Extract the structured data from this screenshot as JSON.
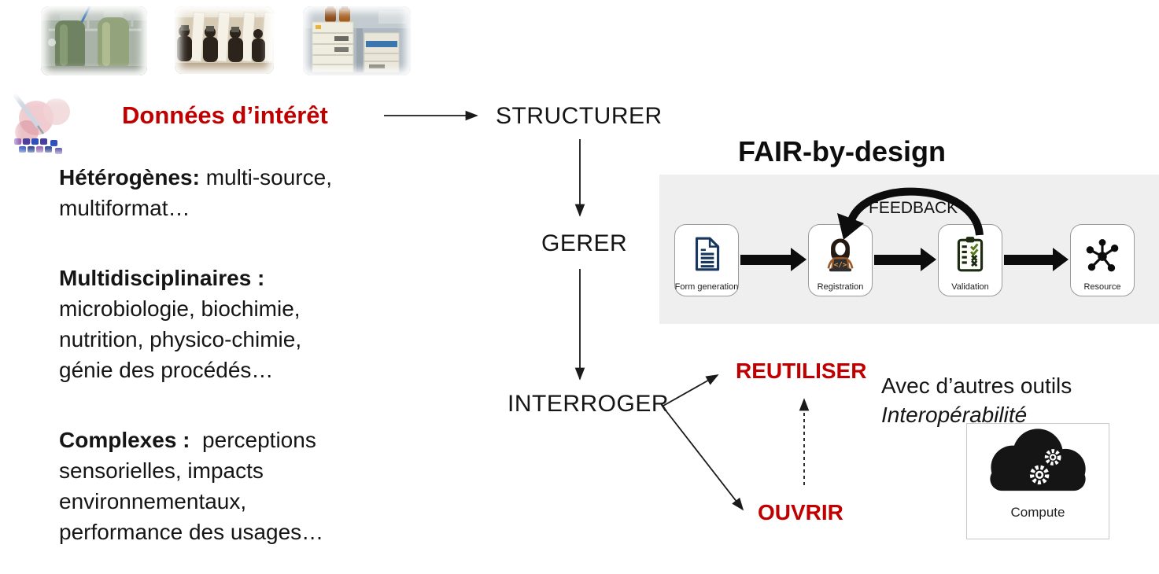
{
  "colors": {
    "accent_red": "#C00000",
    "panel_gray": "#EFEFEF",
    "ink": "#111111"
  },
  "source_label": "Données d’intérêt",
  "left_panel": {
    "p1_lead": "Hétérogènes:",
    "p1_rest": " multi-source, multiformat…",
    "p2_lead": "Multidisciplinaires :",
    "p2_rest": " microbiologie, biochimie, nutrition, physico-chimie, génie des procédés…",
    "p3_lead": "Complexes :",
    "p3_rest": "  perceptions sensorielles, impacts environnementaux, performance des usages…"
  },
  "flow": {
    "step1": "STRUCTURER",
    "step2": "GERER",
    "step3": "INTERROGER",
    "reuse": "REUTILISER",
    "open": "OUVRIR"
  },
  "fair": {
    "title": "FAIR-by-design",
    "feedback_label": "FEEDBACK",
    "steps": [
      {
        "label": "Form generation",
        "icon": "document-icon"
      },
      {
        "label": "Registration",
        "icon": "person-laptop-icon"
      },
      {
        "label": "Validation",
        "icon": "checklist-icon"
      },
      {
        "label": "Resource",
        "icon": "network-icon"
      }
    ]
  },
  "notes": {
    "line1": "Avec d’autres outils",
    "line2": "Interopérabilité"
  },
  "compute": {
    "label": "Compute",
    "icon": "cloud-gears-icon"
  },
  "images": [
    {
      "name": "photo-fermenters"
    },
    {
      "name": "photo-sensory-booths"
    },
    {
      "name": "photo-lab-instruments"
    },
    {
      "name": "photo-pipette-microplate"
    }
  ]
}
